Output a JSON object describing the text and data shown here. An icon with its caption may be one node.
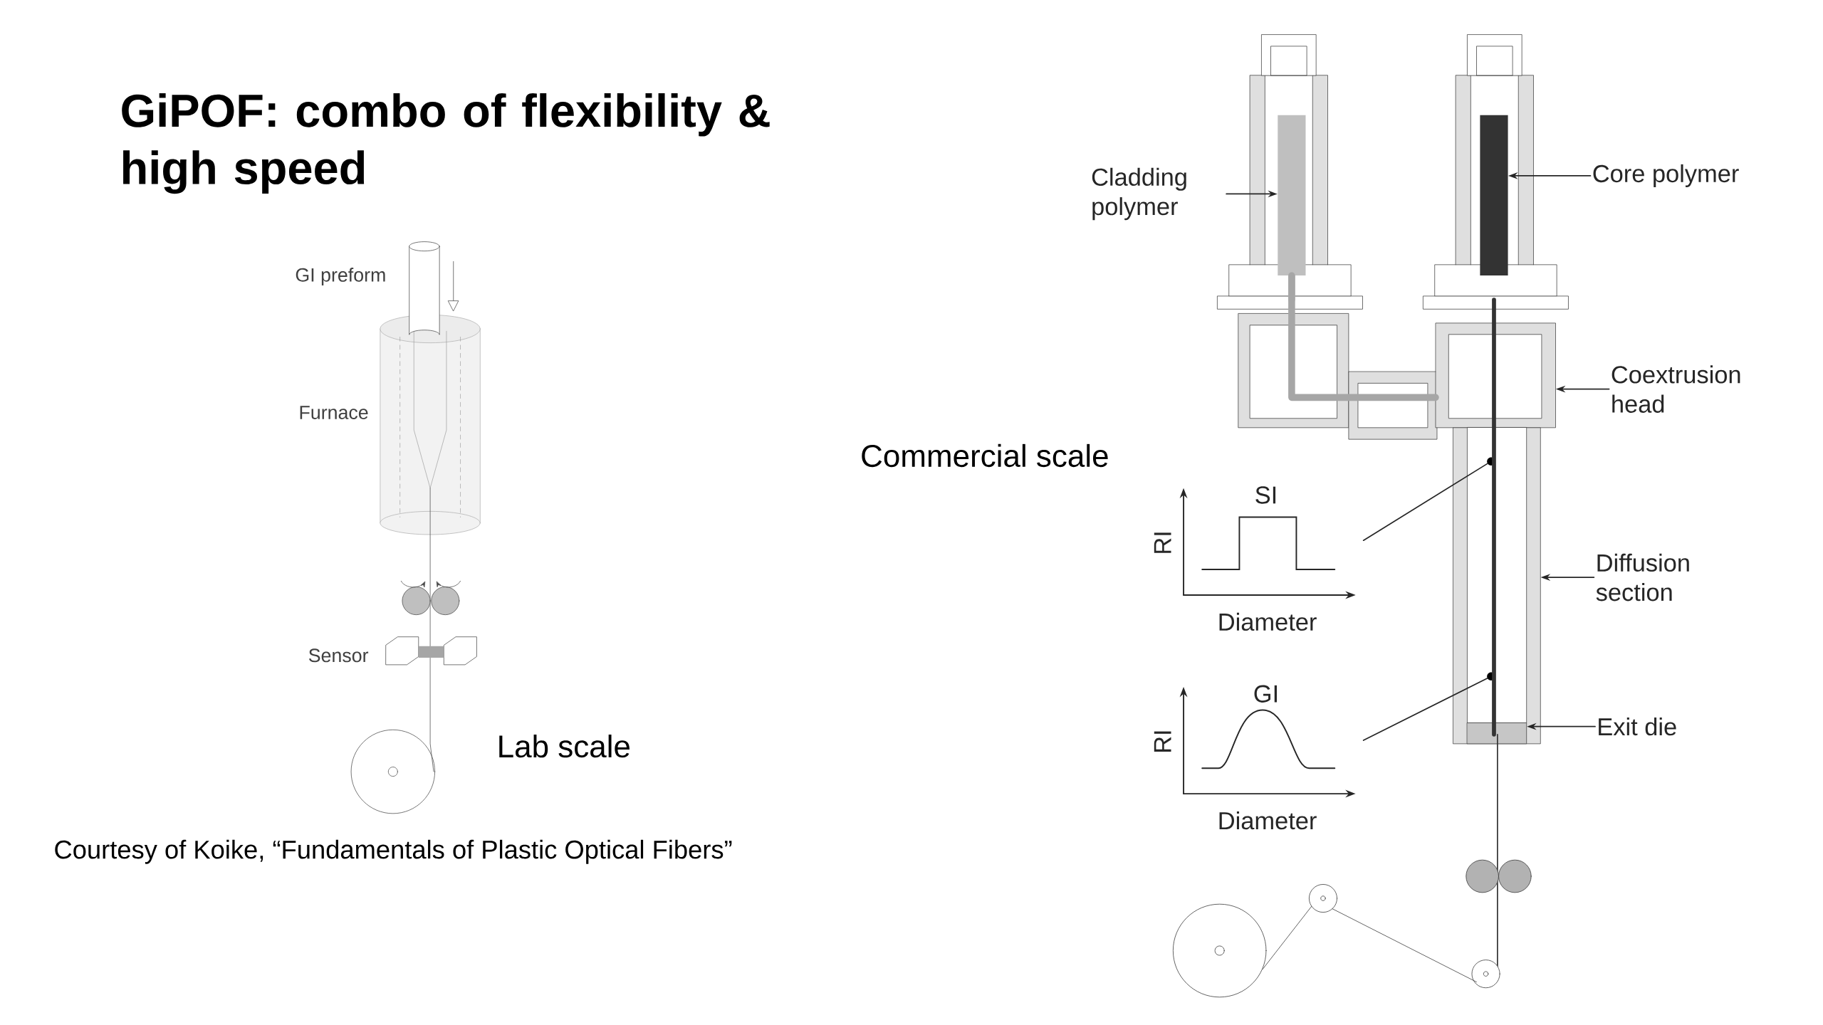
{
  "diagram": {
    "title": "GiPOF: combo of flexibility & high speed",
    "caption": "Courtesy of Koike, “Fundamentals of Plastic Optical Fibers”",
    "nodes": [
      {
        "text": [
          "Cladding polymer"
        ]
      },
      {
        "text": [],
        "shape": "bar"
      },
      {
        "text": [
          "Core polymer"
        ]
      },
      {
        "text": [],
        "shape": "bar"
      },
      {
        "text": [
          "Coextrusion head"
        ]
      },
      {
        "text": [],
        "shape": "box"
      },
      {
        "text": [
          "Diffusion section"
        ]
      },
      {
        "text": [],
        "shape": "box"
      },
      {
        "text": [
          "Exit die"
        ]
      },
      {
        "text": [],
        "shape": "box",
        "in": 7
      },
      {
        "text": [
          "SI",
          "RI",
          "Diameter"
        ]
      },
      {
        "text": [],
        "shape": "circle",
        "in": 7
      },
      {
        "text": [
          "GI",
          "RI",
          "Diameter"
        ]
      },
      {
        "text": [],
        "shape": "circle",
        "in": 7
      }
    ],
    "edges": [
      {
        "from": 0,
        "to": 1,
        "arrow": "to"
      },
      {
        "from": 2,
        "to": 3,
        "arrow": "to"
      },
      {
        "from": 4,
        "to": 5,
        "arrow": "to"
      },
      {
        "from": 6,
        "to": 7,
        "arrow": "to"
      },
      {
        "from": 8,
        "to": 9,
        "arrow": "to"
      },
      {
        "from": 10,
        "to": 11,
        "arrow": "none"
      },
      {
        "from": 12,
        "to": 13,
        "arrow": "none"
      },
      {
        "from": 1,
        "to": 5,
        "arrow": "none",
        "style": "thick",
        "color": "#a6a6a6"
      }
    ],
    "labels": [
      "GI preform",
      "Furnace",
      "Sensor",
      "Lab scale",
      "Commercial scale"
    ]
  }
}
